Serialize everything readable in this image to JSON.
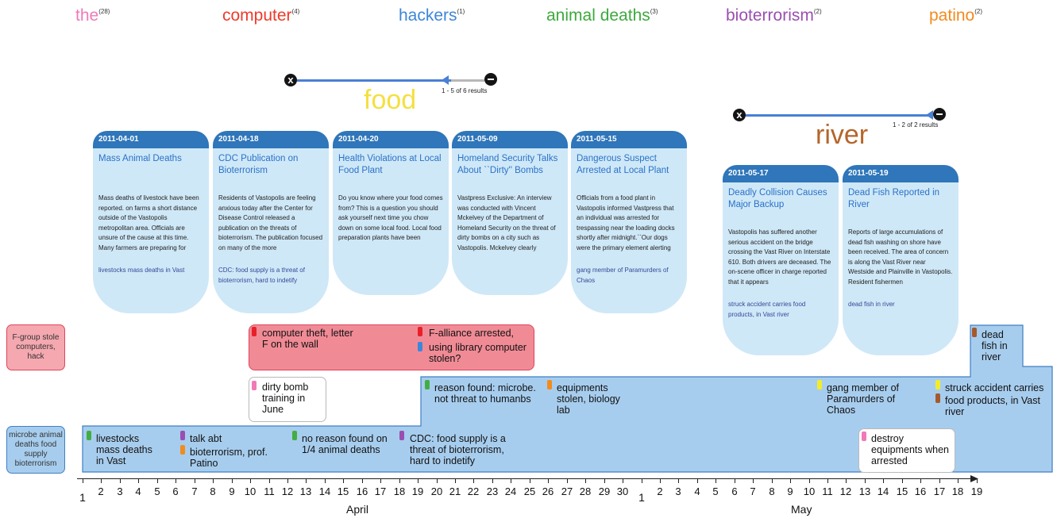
{
  "keywords": [
    {
      "word": "the",
      "count": "(28)",
      "color": "#f07ab8"
    },
    {
      "word": "computer",
      "count": "(4)",
      "color": "#ee3b2b"
    },
    {
      "word": "hackers",
      "count": "(1)",
      "color": "#3d86d9"
    },
    {
      "word": "animal deaths",
      "count": "(3)",
      "color": "#3daa3d"
    },
    {
      "word": "bioterrorism",
      "count": "(2)",
      "color": "#9a4fb0"
    },
    {
      "word": "patino",
      "count": "(2)",
      "color": "#f28b1e"
    }
  ],
  "food": {
    "title": "food",
    "title_color": "#f4e040",
    "close_icon": "x",
    "results": "1 - 5 of 6 results",
    "cards": [
      {
        "date": "2011-04-01",
        "title": "Mass Animal Deaths",
        "body": "Mass deaths of livestock have been reported. on farms a short distance outside of the Vastopolis metropolitan area. Officials are unsure of the cause at this time. Many farmers are preparing for",
        "tags": "livestocks mass deaths in Vast"
      },
      {
        "date": "2011-04-18",
        "title": "CDC Publication on Bioterrorism",
        "body": "Residents of Vastopolis are feeling anxious today after the Center for Disease Control released a publication on the threats of bioterrorism. The publication focused on many of the more",
        "tags": "CDC: food supply is a threat of bioterrorism, hard to indetify"
      },
      {
        "date": "2011-04-20",
        "title": "Health Violations at Local Food Plant",
        "body": "Do you know where your food comes from?        This is a question you should ask yourself next time you chow down on some local food. Local food preparation plants have been",
        "tags": ""
      },
      {
        "date": "2011-05-09",
        "title": "Homeland Security Talks About ``Dirty'' Bombs",
        "body": "Vastpress Exclusive: An interview was conducted with Vincent Mckelvey  of the Department of Homeland Security on the threat of dirty bombs on a city such as Vastopolis. Mckelvey  clearly",
        "tags": ""
      },
      {
        "date": "2011-05-15",
        "title": "Dangerous Suspect Arrested at Local Plant",
        "body": "Officials from a food plant in Vastopolis informed Vastpress that an individual was arrested for trespassing near the loading docks shortly after midnight.``Our dogs were the primary element alerting",
        "tags": "gang member of Paramurders of Chaos"
      }
    ]
  },
  "river": {
    "title": "river",
    "title_color": "#b5652a",
    "close_icon": "x",
    "results": "1 - 2 of 2 results",
    "cards": [
      {
        "date": "2011-05-17",
        "title": "Deadly Collision Causes Major Backup",
        "body": "Vastopolis has suffered another serious accident on the bridge crossing the Vast River on Interstate 610. Both drivers are deceased. The on-scene officer in charge reported that it appears",
        "tags": "struck accident carries food products, in Vast river"
      },
      {
        "date": "2011-05-19",
        "title": "Dead Fish Reported in River",
        "body": "Reports of large accumulations of dead fish washing on shore have been received. The area of concern is along the Vast River near Westside and Plainville in Vastopolis. Resident fishermen",
        "tags": "dead fish in river"
      }
    ]
  },
  "lanes": {
    "red_label": "F-group stole computers, hack",
    "blue_label": "microbe animal deaths food supply bioterrorism"
  },
  "notes": {
    "computer_theft": "computer theft, letter F on the wall",
    "f_alliance": "F-alliance arrested,",
    "library": "using library computer stolen?",
    "dirty_bomb": "dirty bomb training in June",
    "livestocks": "livestocks mass deaths in Vast",
    "talk_abt": "talk abt",
    "bioterrorism_prof": "bioterrorism, prof. Patino",
    "no_reason": "no reason found on 1/4 animal deaths",
    "cdc": "CDC: food supply is a threat of bioterrorism, hard to indetify",
    "reason_found": "reason found: microbe. not threat to humanbs",
    "equipments": "equipments stolen, biology lab",
    "gang": "gang member of Paramurders of Chaos",
    "struck": "struck accident carries",
    "food_products": "food products, in Vast river",
    "dead_fish": "dead fish in river",
    "destroy": "destroy equipments when arrested"
  },
  "timeline": {
    "april_days": [
      "1",
      "2",
      "3",
      "4",
      "5",
      "6",
      "7",
      "8",
      "9",
      "10",
      "11",
      "12",
      "13",
      "14",
      "15",
      "16",
      "17",
      "18",
      "19",
      "20",
      "21",
      "22",
      "23",
      "24",
      "25",
      "26",
      "27",
      "28",
      "29",
      "30"
    ],
    "may_days": [
      "1",
      "2",
      "3",
      "4",
      "5",
      "6",
      "7",
      "8",
      "9",
      "10",
      "11",
      "12",
      "13",
      "14",
      "15",
      "16",
      "17",
      "18",
      "19"
    ],
    "april_label": "April",
    "may_label": "May"
  },
  "colors": {
    "pink": "#f07ab8",
    "red": "#e8202a",
    "blue": "#3d86d9",
    "green": "#43ad43",
    "purple": "#9a4fb0",
    "orange": "#f28b1e",
    "yellow": "#f3ec2a",
    "brown": "#a45a2a",
    "red_band": "#f08b96",
    "red_border": "#e0455a",
    "blue_band": "#a7cdee",
    "blue_border": "#3f7fc4"
  }
}
